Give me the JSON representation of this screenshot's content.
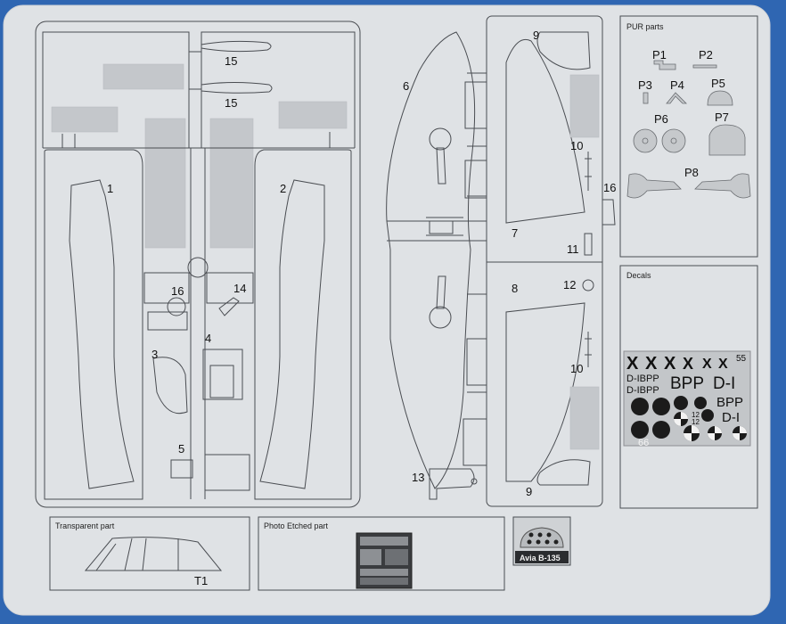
{
  "sections": {
    "pur": "PUR parts",
    "decals": "Decals",
    "transparent": "Transparent part",
    "etched": "Photo Etched part"
  },
  "parts": {
    "p1": "1",
    "p2": "2",
    "p3": "3",
    "p4": "4",
    "p5": "5",
    "p6": "6",
    "p7": "7",
    "p8": "8",
    "p9a": "9",
    "p9b": "9",
    "p10a": "10",
    "p10b": "10",
    "p11": "11",
    "p12": "12",
    "p13": "13",
    "p14": "14",
    "p15a": "15",
    "p15b": "15",
    "p16a": "16",
    "p16b": "16"
  },
  "pur_parts": {
    "P1": "P1",
    "P2": "P2",
    "P3": "P3",
    "P4": "P4",
    "P5": "P5",
    "P6": "P6",
    "P7": "P7",
    "P8": "P8"
  },
  "transparent_part": "T1",
  "decal_sheet": {
    "number": "55",
    "crosses": [
      "X",
      "X",
      "X",
      "X",
      "X",
      "X"
    ],
    "reg_1": "D-IBPP",
    "reg_2": "D-IBPP",
    "big_1": "BPP",
    "big_2": "D-I",
    "big_3": "BPP",
    "big_4": "D-I",
    "num_12a": "12",
    "num_12b": "12",
    "num_66": "66"
  },
  "instrument_panel_label": "Avia B-135",
  "colors": {
    "background": "#2f66b2",
    "sheet": "#dfe2e5",
    "outline": "#4a4d52",
    "gate": "#c4c7cb",
    "decal": "#c3c6c9"
  }
}
